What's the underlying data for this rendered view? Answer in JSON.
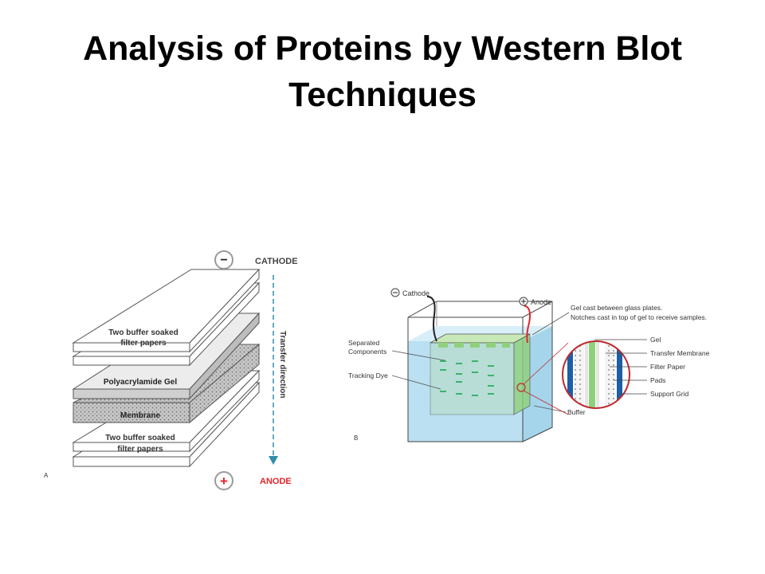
{
  "slide": {
    "title": "Analysis of Proteins by Western Blot Techniques"
  },
  "panel_a": {
    "panel_label": "A",
    "cathode_label": "CATHODE",
    "anode_label": "ANODE",
    "minus_symbol": "−",
    "plus_symbol": "+",
    "arrow_label": "Transfer direction",
    "top_filter_label_1": "Two buffer soaked",
    "top_filter_label_2": "filter papers",
    "gel_label": "Polyacrylamide Gel",
    "membrane_label": "Membrane",
    "bottom_filter_label_1": "Two buffer soaked",
    "bottom_filter_label_2": "filter papers",
    "colors": {
      "anode": "#e2262b",
      "arrow": "#2e8fa8",
      "sign_circle": "#9a9a9a"
    }
  },
  "panel_b": {
    "panel_label": "B",
    "cathode_label": "Cathode",
    "anode_label": "Anode",
    "gel_note_1": "Gel cast between glass plates.",
    "gel_note_2": "Notches cast in top of gel to receive samples.",
    "separated_label_1": "Separated",
    "separated_label_2": "Components",
    "tracking_dye_label": "Tracking Dye",
    "buffer_label": "Buffer",
    "legend": [
      "Gel",
      "Transfer Membrane",
      "Filter Paper",
      "Pads",
      "Support Grid"
    ],
    "colors": {
      "buffer": "#a9d8ef",
      "gel": "#8fd17a",
      "cathode_wire": "#222222",
      "anode_wire": "#e2262b",
      "zoom_circle": "#c0282d",
      "support_grid": "#1b5fa8"
    }
  }
}
